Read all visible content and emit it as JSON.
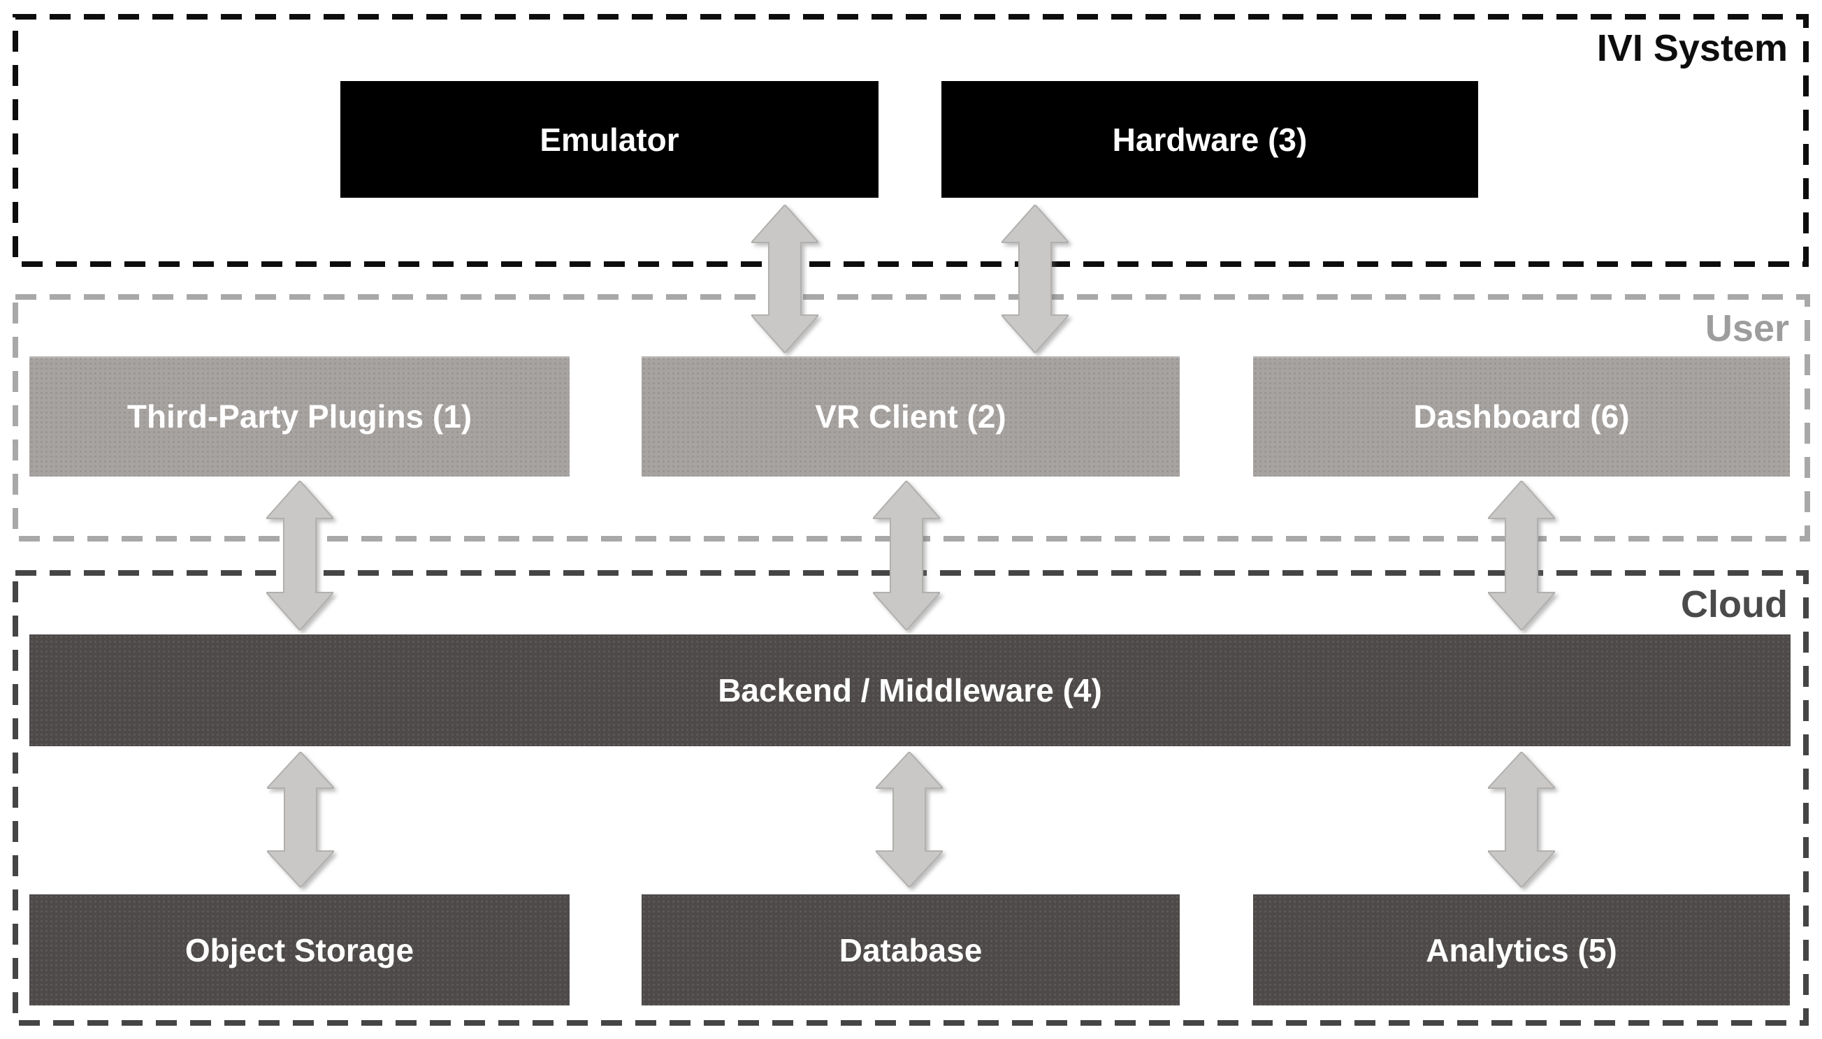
{
  "zones": {
    "ivi_system": {
      "label": "IVI System"
    },
    "user": {
      "label": "User"
    },
    "cloud": {
      "label": "Cloud"
    }
  },
  "nodes": {
    "emulator": {
      "label": "Emulator",
      "zone": "ivi_system"
    },
    "hardware": {
      "label": "Hardware (3)",
      "zone": "ivi_system"
    },
    "third_party_plugins": {
      "label": "Third-Party Plugins (1)",
      "zone": "user"
    },
    "vr_client": {
      "label": "VR Client (2)",
      "zone": "user"
    },
    "dashboard": {
      "label": "Dashboard (6)",
      "zone": "user"
    },
    "backend_middleware": {
      "label": "Backend / Middleware (4)",
      "zone": "cloud"
    },
    "object_storage": {
      "label": "Object Storage",
      "zone": "cloud"
    },
    "database": {
      "label": "Database",
      "zone": "cloud"
    },
    "analytics": {
      "label": "Analytics (5)",
      "zone": "cloud"
    }
  },
  "connections": [
    {
      "from": "emulator",
      "to": "vr_client",
      "type": "bidirectional"
    },
    {
      "from": "hardware",
      "to": "vr_client",
      "type": "bidirectional"
    },
    {
      "from": "third_party_plugins",
      "to": "backend_middleware",
      "type": "bidirectional"
    },
    {
      "from": "vr_client",
      "to": "backend_middleware",
      "type": "bidirectional"
    },
    {
      "from": "dashboard",
      "to": "backend_middleware",
      "type": "bidirectional"
    },
    {
      "from": "backend_middleware",
      "to": "object_storage",
      "type": "bidirectional"
    },
    {
      "from": "backend_middleware",
      "to": "database",
      "type": "bidirectional"
    },
    {
      "from": "backend_middleware",
      "to": "analytics",
      "type": "bidirectional"
    }
  ],
  "colors": {
    "background": "#ffffff",
    "ivi_box_fill": "#000000",
    "user_box_fill": "#a7a3a1",
    "cloud_box_fill": "#4d4a49",
    "box_text": "#ffffff",
    "arrow_fill": "#c9c8c6",
    "arrow_stroke": "#b1b0ae",
    "ivi_border": "#0d0d0d",
    "user_border": "#a8a8a8",
    "cloud_border": "#454545",
    "ivi_label": "#0d0d0d",
    "user_label": "#9d9d9d",
    "cloud_label": "#4a4a4a"
  }
}
